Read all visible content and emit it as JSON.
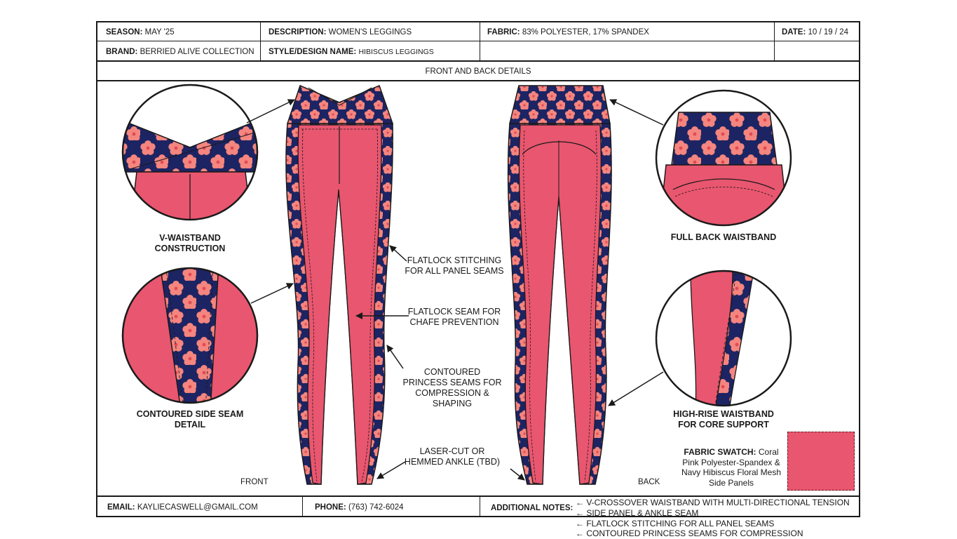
{
  "header": {
    "season_label": "SEASON:",
    "season_value": "MAY '25",
    "description_label": "DESCRIPTION:",
    "description_value": "WOMEN'S LEGGINGS",
    "fabric_label": "FABRIC:",
    "fabric_value": "83% POLYESTER, 17% SPANDEX",
    "date_label": "DATE:",
    "date_value": "10 / 19 / 24",
    "brand_label": "BRAND:",
    "brand_value": "BERRIED ALIVE COLLECTION",
    "style_label": "STYLE/DESIGN NAME:",
    "style_value": "HIBISCUS LEGGINGS"
  },
  "section_title": "FRONT AND BACK DETAILS",
  "details": {
    "v_waistband": "V-WAISTBAND CONSTRUCTION",
    "side_seam": "CONTOURED SIDE SEAM DETAIL",
    "full_back": "FULL BACK WAISTBAND",
    "high_rise": "HIGH-RISE WAISTBAND FOR CORE SUPPORT"
  },
  "callouts": {
    "flatlock_panel": "FLATLOCK STITCHING FOR ALL PANEL SEAMS",
    "flatlock_chafe": "FLATLOCK SEAM FOR CHAFE PREVENTION",
    "princess": "CONTOURED PRINCESS SEAMS FOR COMPRESSION & SHAPING",
    "ankle": "LASER-CUT OR HEMMED ANKLE (TBD)"
  },
  "views": {
    "front": "FRONT",
    "back": "BACK"
  },
  "swatch": {
    "label": "FABRIC SWATCH:",
    "text": "Coral Pink Polyester-Spandex & Navy Hibiscus Floral Mesh Side Panels"
  },
  "footer": {
    "email_label": "EMAIL:",
    "email_value": "KAYLIECASWELL@GMAIL.COM",
    "phone_label": "PHONE:",
    "phone_value": "(763) 742-6024",
    "notes_label": "ADDITIONAL NOTES:",
    "notes": [
      "← V-CROSSOVER WAISTBAND WITH MULTI-DIRECTIONAL TENSION",
      "← SIDE PANEL & ANKLE SEAM",
      "← FLATLOCK STITCHING FOR ALL PANEL SEAMS",
      "← CONTOURED PRINCESS SEAMS FOR COMPRESSION"
    ]
  },
  "colors": {
    "coral": "#E9566F",
    "navy": "#1D2463",
    "flower": "#F4857F",
    "outline": "#1a1a1a"
  }
}
